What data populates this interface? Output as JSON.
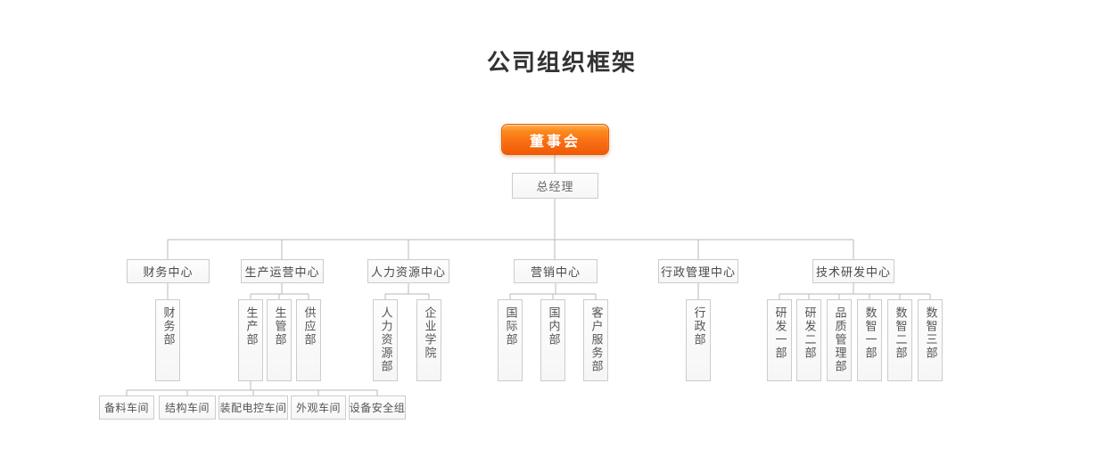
{
  "title": "公司组织框架",
  "colors": {
    "accent_orange": "#f97316",
    "box_border": "#cccccc",
    "connector_line": "#b9b9b9",
    "text_gray": "#555555"
  },
  "org": {
    "board": {
      "label": "董事会"
    },
    "general_manager": {
      "label": "总经理"
    },
    "centers": [
      {
        "label": "财务中心",
        "departments": [
          {
            "label": "财务部"
          }
        ]
      },
      {
        "label": "生产运营中心",
        "departments": [
          {
            "label": "生产部",
            "teams": [
              {
                "label": "备料车间"
              },
              {
                "label": "结构车间"
              },
              {
                "label": "装配电控车间"
              },
              {
                "label": "外观车间"
              },
              {
                "label": "设备安全组"
              }
            ]
          },
          {
            "label": "生管部"
          },
          {
            "label": "供应部"
          }
        ]
      },
      {
        "label": "人力资源中心",
        "departments": [
          {
            "label": "人力资源部"
          },
          {
            "label": "企业学院"
          }
        ]
      },
      {
        "label": "营销中心",
        "departments": [
          {
            "label": "国际部"
          },
          {
            "label": "国内部"
          },
          {
            "label": "客户服务部"
          }
        ]
      },
      {
        "label": "行政管理中心",
        "departments": [
          {
            "label": "行政部"
          }
        ]
      },
      {
        "label": "技术研发中心",
        "departments": [
          {
            "label": "研发一部"
          },
          {
            "label": "研发二部"
          },
          {
            "label": "品质管理部"
          },
          {
            "label": "数智一部"
          },
          {
            "label": "数智二部"
          },
          {
            "label": "数智三部"
          }
        ]
      }
    ]
  }
}
